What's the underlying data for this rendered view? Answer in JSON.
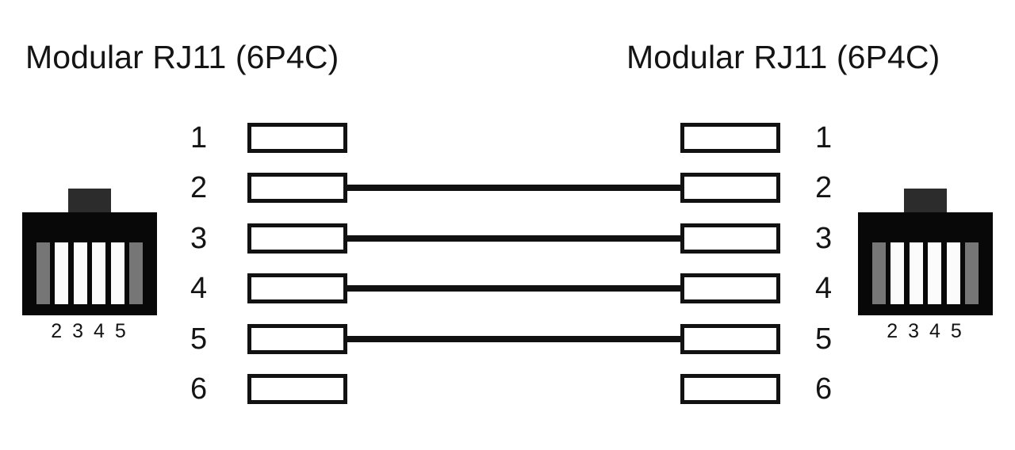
{
  "diagram": {
    "kind": "rj11-6p4c-straight-through-wiring-diagram",
    "background_color": "#ffffff",
    "wire_color": "#111111",
    "box_border_color": "#121212",
    "connector_body_color": "#080808",
    "connector_tab_color": "#2c2c2c",
    "slot_white_color": "#fbfbfb",
    "slot_gray_color": "#767676"
  },
  "left": {
    "title": "Modular RJ11 (6P4C)",
    "connector_caption": "2 3 4 5",
    "pins": [
      {
        "number": "1",
        "wired": false
      },
      {
        "number": "2",
        "wired": true
      },
      {
        "number": "3",
        "wired": true
      },
      {
        "number": "4",
        "wired": true
      },
      {
        "number": "5",
        "wired": true
      },
      {
        "number": "6",
        "wired": false
      }
    ],
    "slots": [
      "gray",
      "white",
      "white",
      "white",
      "white",
      "gray"
    ]
  },
  "right": {
    "title": "Modular RJ11 (6P4C)",
    "connector_caption": "2 3 4 5",
    "pins": [
      {
        "number": "1",
        "wired": false
      },
      {
        "number": "2",
        "wired": true
      },
      {
        "number": "3",
        "wired": true
      },
      {
        "number": "4",
        "wired": true
      },
      {
        "number": "5",
        "wired": true
      },
      {
        "number": "6",
        "wired": false
      }
    ],
    "slots": [
      "gray",
      "white",
      "white",
      "white",
      "white",
      "gray"
    ]
  },
  "connections": [
    {
      "from": "2",
      "to": "2"
    },
    {
      "from": "3",
      "to": "3"
    },
    {
      "from": "4",
      "to": "4"
    },
    {
      "from": "5",
      "to": "5"
    }
  ]
}
